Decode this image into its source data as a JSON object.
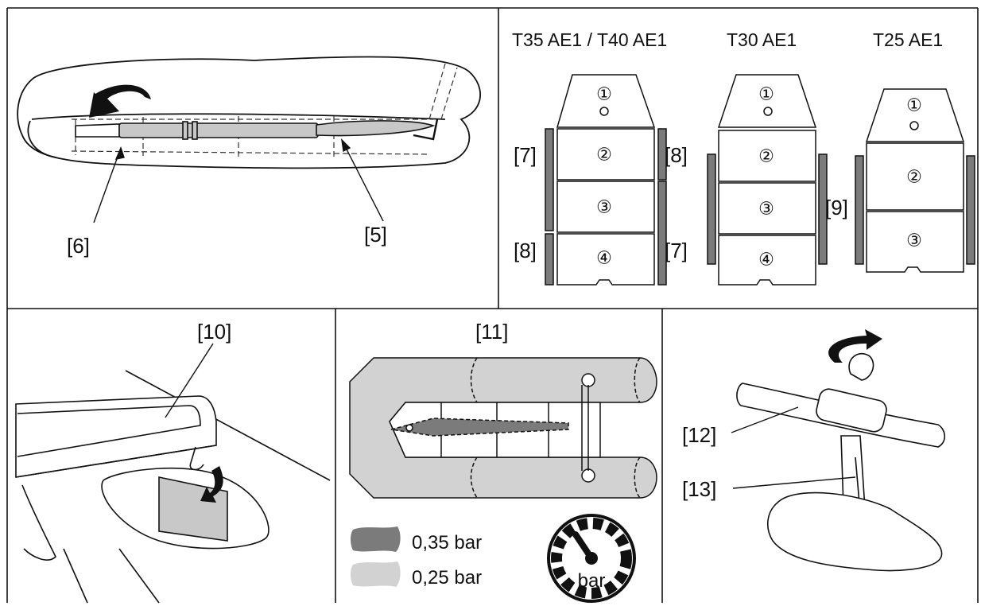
{
  "panel1": {
    "label_6": "[6]",
    "label_5": "[5]"
  },
  "panel2": {
    "headers": [
      "T35 AE1 / T40 AE1",
      "T30 AE1",
      "T25 AE1"
    ],
    "floor_a": [
      "①",
      "②",
      "③",
      "④"
    ],
    "floor_b": [
      "①",
      "②",
      "③",
      "④"
    ],
    "floor_c": [
      "①",
      "②",
      "③"
    ],
    "label_7_top": "[7]",
    "label_8_top": "[8]",
    "label_8_bottom": "[8]",
    "label_7_bottom": "[7]",
    "label_9": "[9]"
  },
  "panel3": {
    "label_10": "[10]"
  },
  "panel4": {
    "label_11": "[11]",
    "legend": [
      {
        "value": "0,35 bar",
        "color": "#7b7b7b"
      },
      {
        "value": "0,25 bar",
        "color": "#d2d2d2"
      }
    ],
    "gauge_unit": "bar"
  },
  "panel5": {
    "label_12": "[12]",
    "label_13": "[13]"
  }
}
